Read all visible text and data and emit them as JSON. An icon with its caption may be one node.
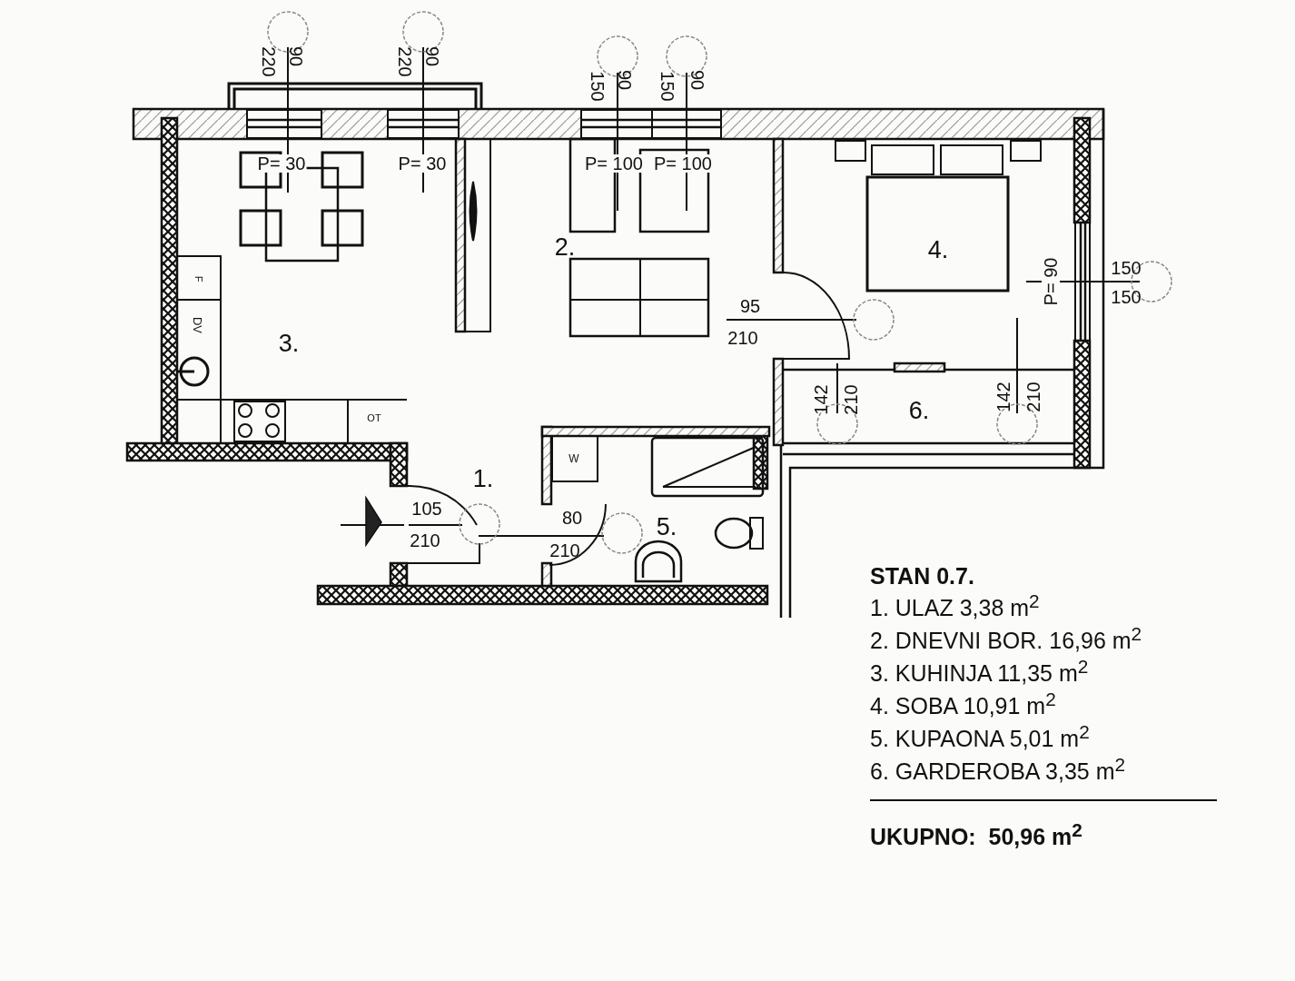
{
  "diagram": {
    "labels": [
      "220",
      "90",
      "220",
      "90",
      "150",
      "90",
      "150",
      "90",
      "P= 30",
      "P= 30",
      "P= 100",
      "P= 100",
      "2.",
      "4.",
      "F",
      "P= 90",
      "150",
      "150",
      "95",
      "DV",
      "210",
      "3.",
      "142",
      "210",
      "6.",
      "142",
      "210",
      "OT",
      "W",
      "1.",
      "105",
      "80",
      "5.",
      "210",
      "210",
      "STAN 0.7.",
      "1. ULAZ 3,38 m$^{2}$",
      "2. DNEVNI BOR. 16,96 m$^{2}$",
      "3. KUHINJA 11,35 m$^{2}$",
      "4. SOBA 10,91 m$^{2}$",
      "5. KUPAONA 5,01 m$^{2}$",
      "6. GARDEROBA 3,35 m$^{2}$",
      "UKUPNO:  50,96 m$^{2}$"
    ]
  }
}
